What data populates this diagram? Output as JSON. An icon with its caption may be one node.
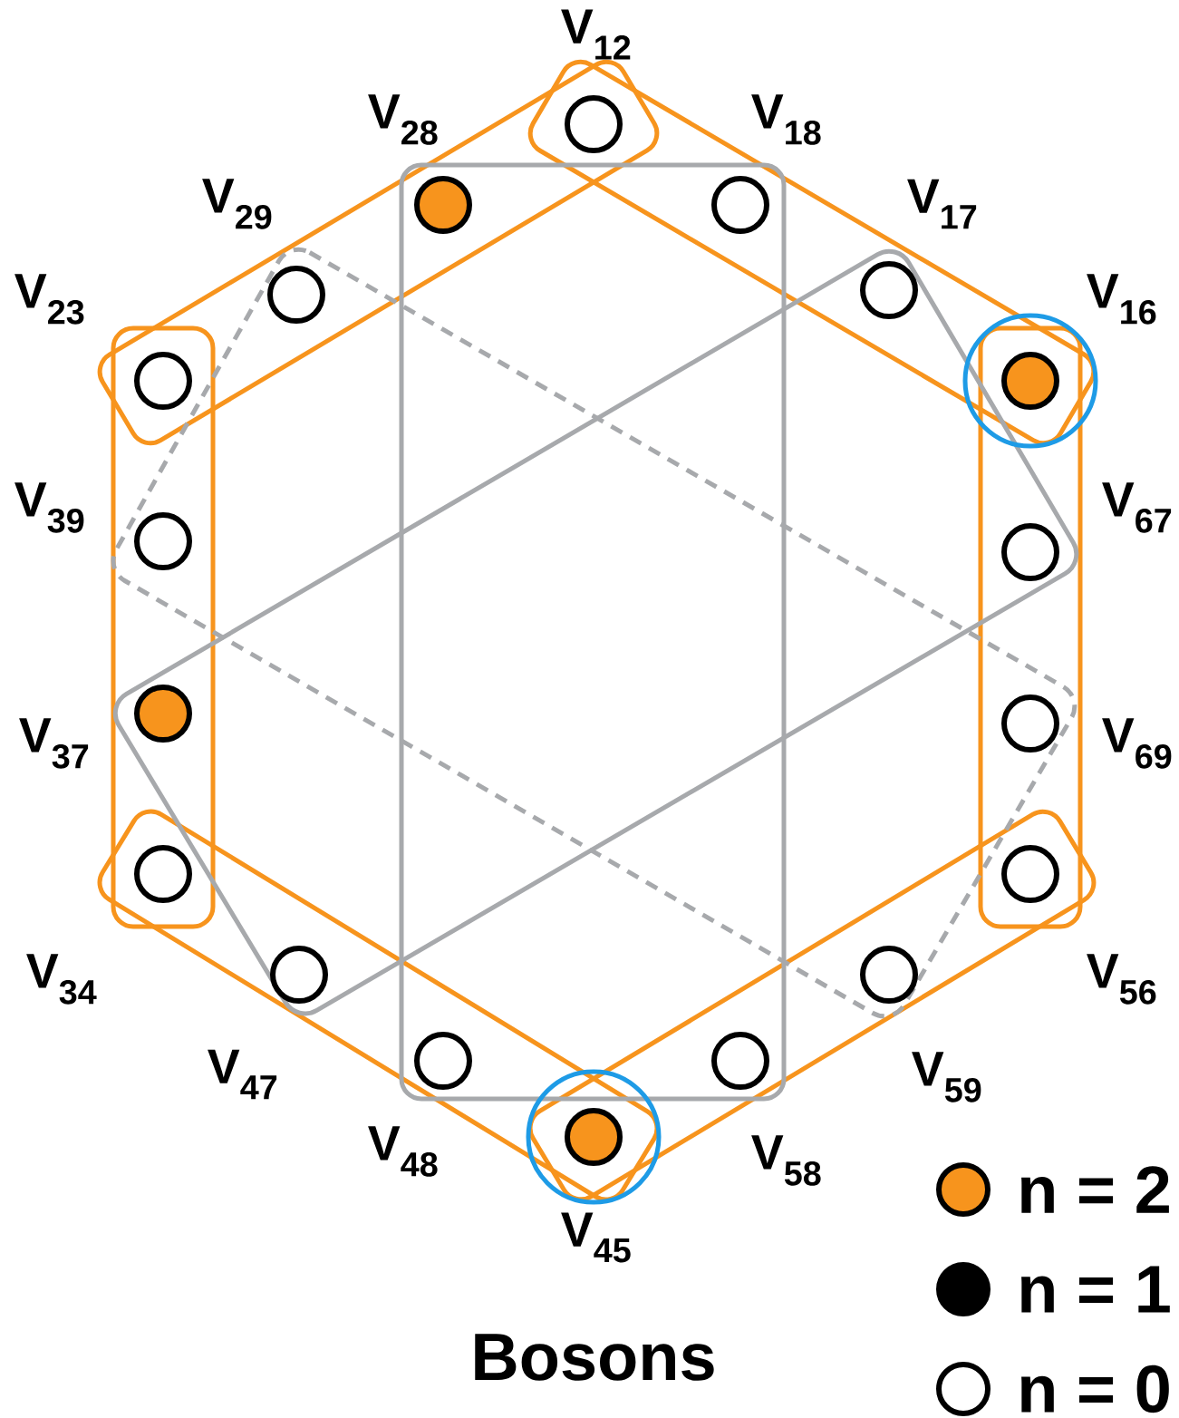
{
  "diagram": {
    "caption": "Bosons",
    "nodes": [
      {
        "text": [],
        "shape": "circle",
        "beside": [
          "V$_{12}$"
        ]
      },
      {
        "text": [],
        "shape": "circle",
        "beside": [
          "V$_{28}$"
        ]
      },
      {
        "text": [],
        "shape": "circle",
        "beside": [
          "V$_{18}$"
        ]
      },
      {
        "text": [],
        "shape": "circle",
        "beside": [
          "V$_{29}$"
        ]
      },
      {
        "text": [],
        "shape": "circle",
        "beside": [
          "V$_{17}$"
        ]
      },
      {
        "text": [],
        "shape": "circle",
        "beside": [
          "V$_{23}$"
        ]
      },
      {
        "text": [],
        "shape": "circle",
        "beside": [
          "V$_{16}$"
        ]
      },
      {
        "text": [],
        "shape": "circle",
        "beside": [
          "V$_{39}$"
        ]
      },
      {
        "text": [],
        "shape": "circle",
        "beside": [
          "V$_{67}$"
        ]
      },
      {
        "text": [],
        "shape": "circle",
        "beside": [
          "V$_{37}$"
        ]
      },
      {
        "text": [],
        "shape": "circle",
        "beside": [
          "V$_{69}$"
        ]
      },
      {
        "text": [],
        "shape": "circle",
        "beside": [
          "V$_{34}$"
        ]
      },
      {
        "text": [],
        "shape": "circle",
        "beside": [
          "V$_{56}$"
        ]
      },
      {
        "text": [],
        "shape": "circle",
        "beside": [
          "V$_{47}$"
        ]
      },
      {
        "text": [],
        "shape": "circle",
        "beside": [
          "V$_{59}$"
        ]
      },
      {
        "text": [],
        "shape": "circle",
        "beside": [
          "V$_{48}$"
        ]
      },
      {
        "text": [],
        "shape": "circle",
        "beside": [
          "V$_{58}$"
        ]
      },
      {
        "text": [],
        "shape": "circle",
        "beside": [
          "V$_{45}$"
        ]
      }
    ],
    "legend": [
      {
        "text": "n = 2",
        "color": "#f7941d"
      },
      {
        "text": "n = 1",
        "color": "#000000"
      },
      {
        "text": "n = 0"
      }
    ]
  }
}
